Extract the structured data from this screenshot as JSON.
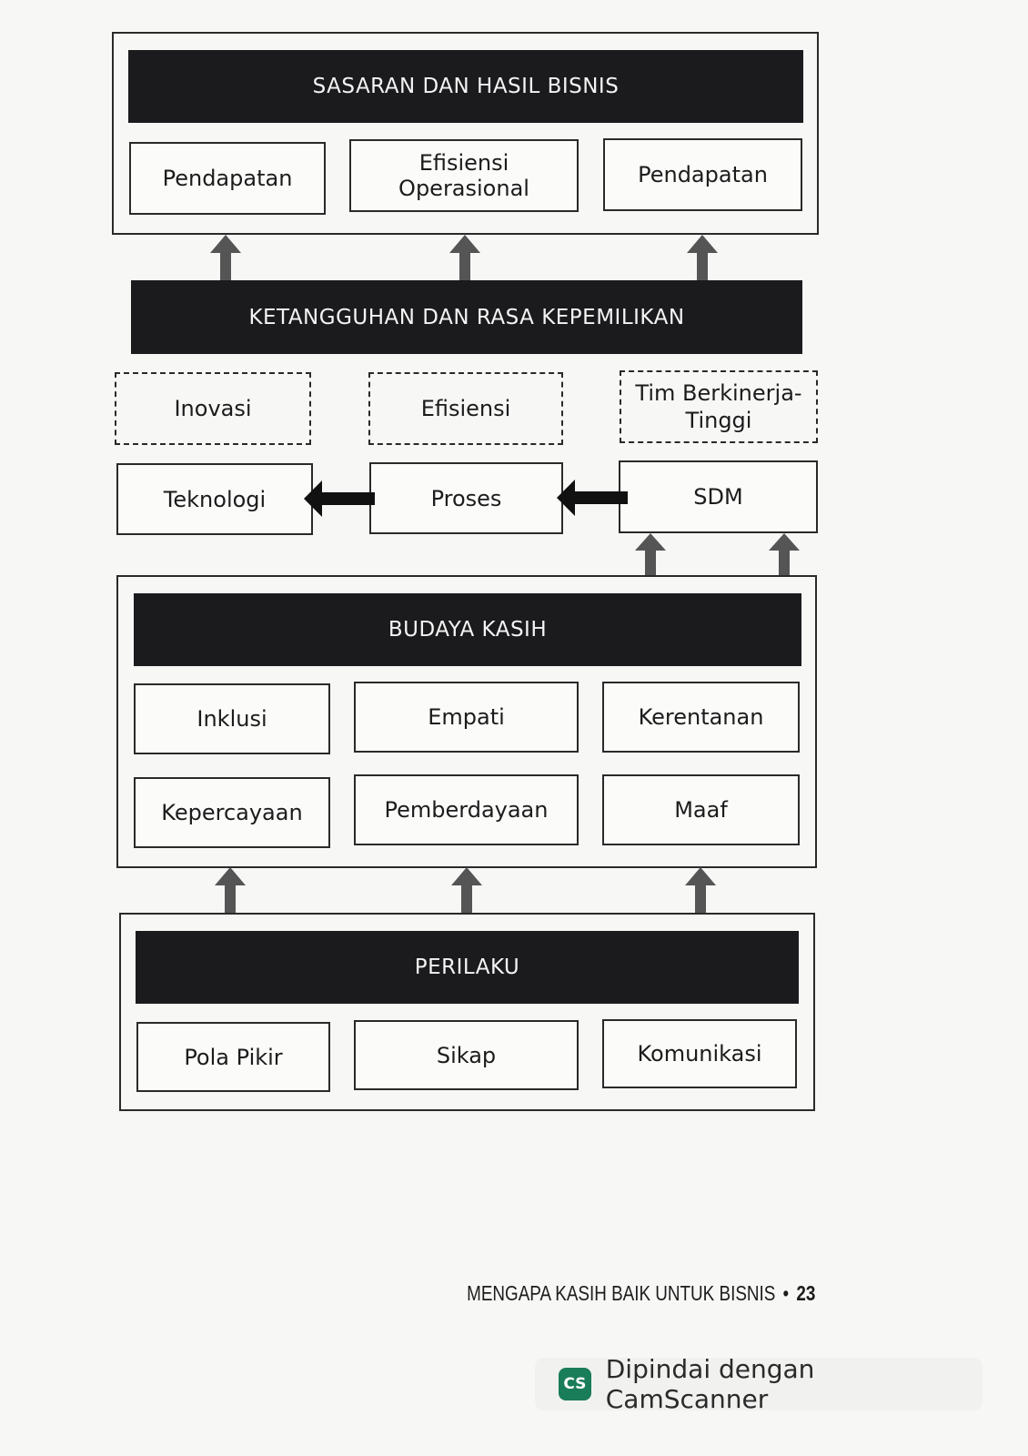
{
  "sasaran": {
    "title": "SASARAN DAN HASIL BISNIS",
    "items": [
      "Pendapatan",
      "Efisiensi Operasional",
      "Pendapatan"
    ]
  },
  "ketangguhan": {
    "title": "KETANGGUHAN DAN RASA KEPEMILIKAN",
    "outcomes": [
      "Inovasi",
      "Efisiensi",
      "Tim Berkinerja-\nTinggi"
    ],
    "pillars": [
      "Teknologi",
      "Proses",
      "SDM"
    ]
  },
  "budaya": {
    "title": "BUDAYA KASIH",
    "items": [
      "Inklusi",
      "Empati",
      "Kerentanan",
      "Kepercayaan",
      "Pemberdayaan",
      "Maaf"
    ]
  },
  "perilaku": {
    "title": "PERILAKU",
    "items": [
      "Pola Pikir",
      "Sikap",
      "Komunikasi"
    ]
  },
  "footer": {
    "running_title": "MENGAPA KASIH BAIK UNTUK BISNIS",
    "separator": "•",
    "page_number": "23"
  },
  "watermark": {
    "logo_text": "CS",
    "text": "Dipindai dengan CamScanner"
  },
  "colors": {
    "bar": "#1b1b1d",
    "border": "#2a2a2a",
    "arrow": "#555555",
    "logo": "#1a7d5a"
  }
}
